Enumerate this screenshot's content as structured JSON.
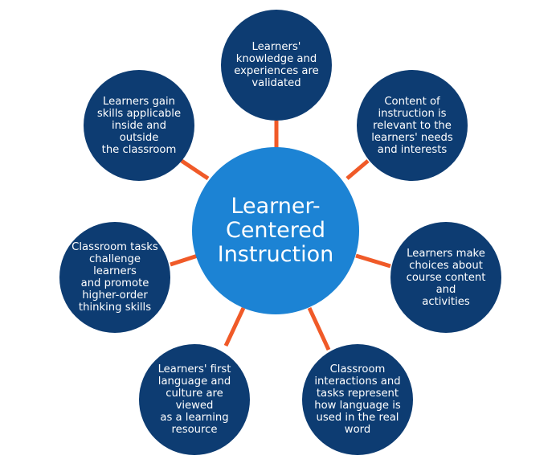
{
  "colors": {
    "outer_node": "#0d3c72",
    "center_node": "#1c83d4",
    "connector": "#f05a28",
    "text": "#ffffff"
  },
  "center": {
    "label": "Learner-\nCentered\nInstruction"
  },
  "nodes": [
    {
      "label": "Learners'\nknowledge and\nexperiences are\nvalidated"
    },
    {
      "label": "Content of\ninstruction is\nrelevant to the\nlearners' needs\nand interests"
    },
    {
      "label": "Learners make\nchoices about\ncourse content and\nactivities"
    },
    {
      "label": "Classroom\ninteractions and\ntasks represent\nhow language is\nused in the real\nword"
    },
    {
      "label": "Learners' first\nlanguage and\nculture are viewed\nas a learning\nresource"
    },
    {
      "label": "Classroom tasks\nchallenge learners\nand promote\nhigher-order\nthinking skills"
    },
    {
      "label": "Learners gain\nskills applicable\ninside and outside\nthe classroom"
    }
  ]
}
